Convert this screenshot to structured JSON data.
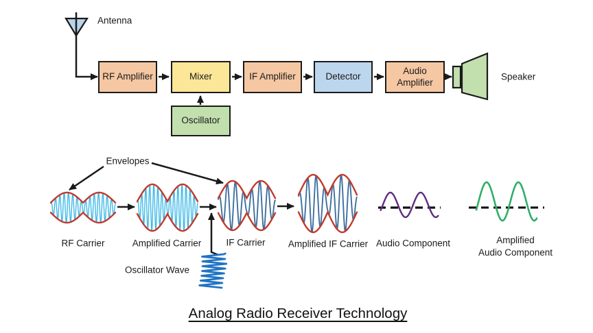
{
  "page": {
    "title": "Analog Radio Receiver Technology",
    "background": "#ffffff",
    "line_color": "#1a1a1a"
  },
  "block_diagram": {
    "antenna_label": "Antenna",
    "speaker_label": "Speaker",
    "antenna_color": "#b8d4ea",
    "speaker_color": "#c2dfae",
    "blocks": [
      {
        "label": "RF Amplifier",
        "color": "#f5c7a2"
      },
      {
        "label": "Mixer",
        "color": "#fce698"
      },
      {
        "label": "IF Amplifier",
        "color": "#f5c7a2"
      },
      {
        "label": "Detector",
        "color": "#bcd6ed"
      },
      {
        "label": "Audio Amplifier",
        "color": "#f5c7a2"
      },
      {
        "label": "Oscillator",
        "color": "#c2dfae"
      }
    ]
  },
  "waveform_section": {
    "envelopes_label": "Envelopes",
    "oscillator_wave_label": "Oscillator Wave",
    "items": [
      {
        "id": "rf_carrier",
        "label": "RF Carrier",
        "kind": "am",
        "cycles": 15,
        "pinch": 0.33,
        "color": "#3fb8e6",
        "envelope_color": "#c03a2e",
        "stroke": 1.4
      },
      {
        "id": "amplified_carrier",
        "label": "Amplified Carrier",
        "kind": "am",
        "cycles": 15,
        "pinch": 0.27,
        "color": "#3fb8e6",
        "envelope_color": "#c03a2e",
        "stroke": 1.4
      },
      {
        "id": "if_carrier",
        "label": "IF Carrier",
        "kind": "am",
        "cycles": 7,
        "pinch": 0.3,
        "color": "#3e6f9e",
        "envelope_color": "#c03a2e",
        "stroke": 1.9
      },
      {
        "id": "amplified_if_carrier",
        "label": "Amplified IF Carrier",
        "kind": "am",
        "cycles": 7,
        "pinch": 0.3,
        "color": "#3e6f9e",
        "envelope_color": "#c03a2e",
        "stroke": 1.9
      },
      {
        "id": "audio_component",
        "label": "Audio Component",
        "kind": "sine",
        "cycles": 1.9,
        "phase": -0.45,
        "amp_frac": 0.45,
        "dash_frac": 0.6,
        "inset": 0.04,
        "color": "#5f2b80",
        "baseline_color": "#111111",
        "stroke": 2.4
      },
      {
        "id": "amplified_audio_component",
        "label_lines": [
          "Amplified",
          "Audio Component"
        ],
        "kind": "sine",
        "cycles": 1.9,
        "phase": -0.45,
        "amp_frac": 0.5,
        "dash_frac": 0.66,
        "inset": 0.1,
        "color": "#2fae68",
        "baseline_color": "#111111",
        "stroke": 2.6
      },
      {
        "id": "oscillator_wave",
        "kind": "scribble",
        "rows": 14,
        "color": "#2173c4",
        "stroke": 2.7
      }
    ]
  }
}
